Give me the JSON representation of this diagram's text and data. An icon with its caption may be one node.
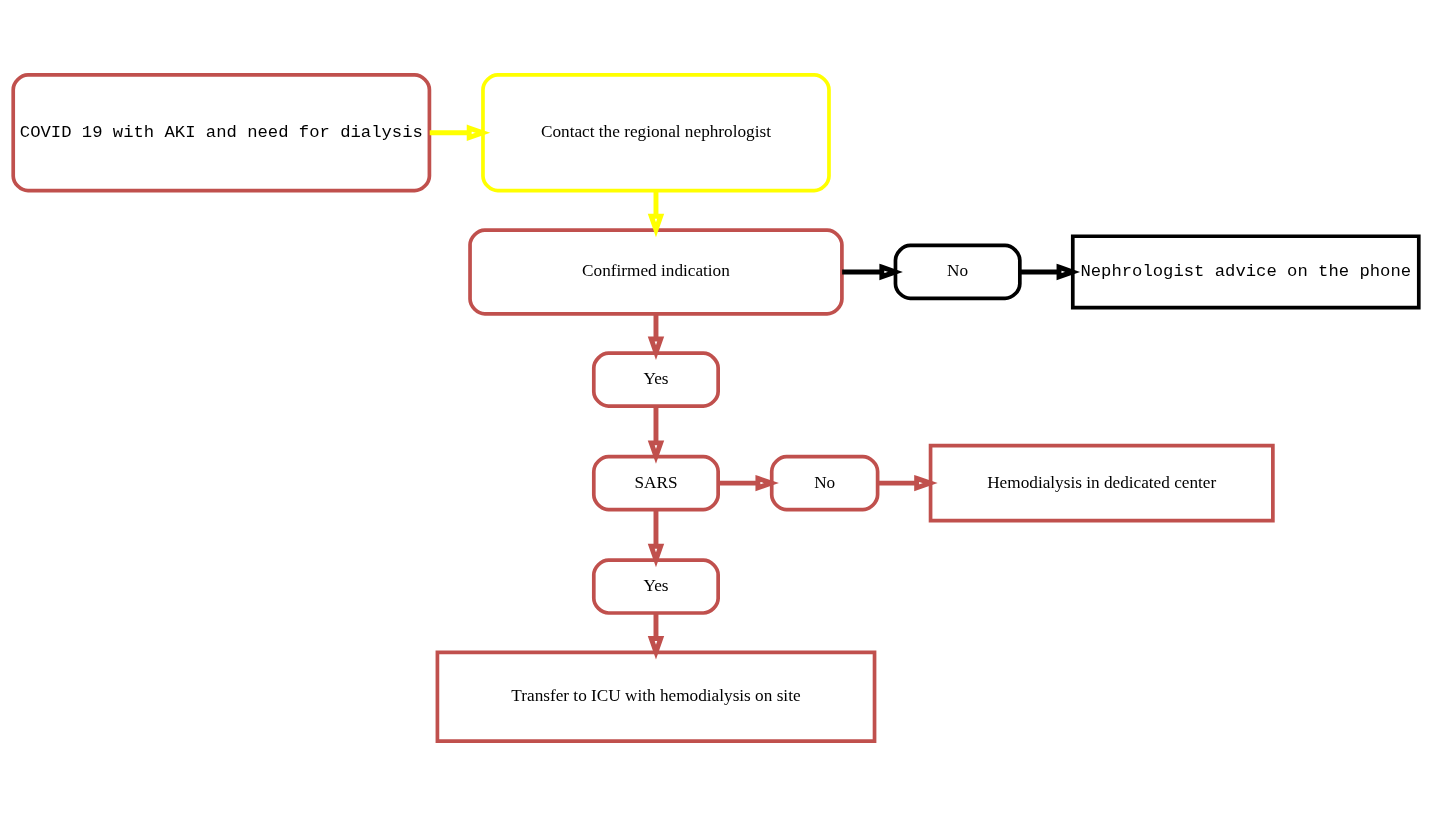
{
  "diagram": {
    "nodes": [
      {
        "text": [
          "COVID 19 with AKI and need for dialysis"
        ]
      },
      {
        "text": [
          "Contact the regional nephrologist"
        ]
      },
      {
        "text": [
          "Confirmed indication"
        ]
      },
      {
        "text": [
          "No"
        ]
      },
      {
        "text": [
          "Nephrologist advice on the phone"
        ]
      },
      {
        "text": [
          "Yes"
        ]
      },
      {
        "text": [
          "SARS"
        ]
      },
      {
        "text": [
          "No"
        ]
      },
      {
        "text": [
          "Hemodialysis in dedicated center"
        ]
      },
      {
        "text": [
          "Yes"
        ]
      },
      {
        "text": [
          "Transfer to ICU with hemodialysis on site"
        ]
      }
    ],
    "edges": [
      {
        "from": 0,
        "to": 1,
        "arrow": "to",
        "color": "#ffff00"
      },
      {
        "from": 1,
        "to": 2,
        "arrow": "to",
        "color": "#ffff00"
      },
      {
        "from": 2,
        "to": 3,
        "arrow": "to",
        "color": "#000000"
      },
      {
        "from": 3,
        "to": 4,
        "arrow": "to",
        "color": "#000000"
      },
      {
        "from": 2,
        "to": 5,
        "arrow": "to"
      },
      {
        "from": 5,
        "to": 6,
        "arrow": "to"
      },
      {
        "from": 6,
        "to": 7,
        "arrow": "to"
      },
      {
        "from": 7,
        "to": 8,
        "arrow": "to"
      },
      {
        "from": 6,
        "to": 9,
        "arrow": "to"
      },
      {
        "from": 9,
        "to": 10,
        "arrow": "to"
      }
    ]
  }
}
